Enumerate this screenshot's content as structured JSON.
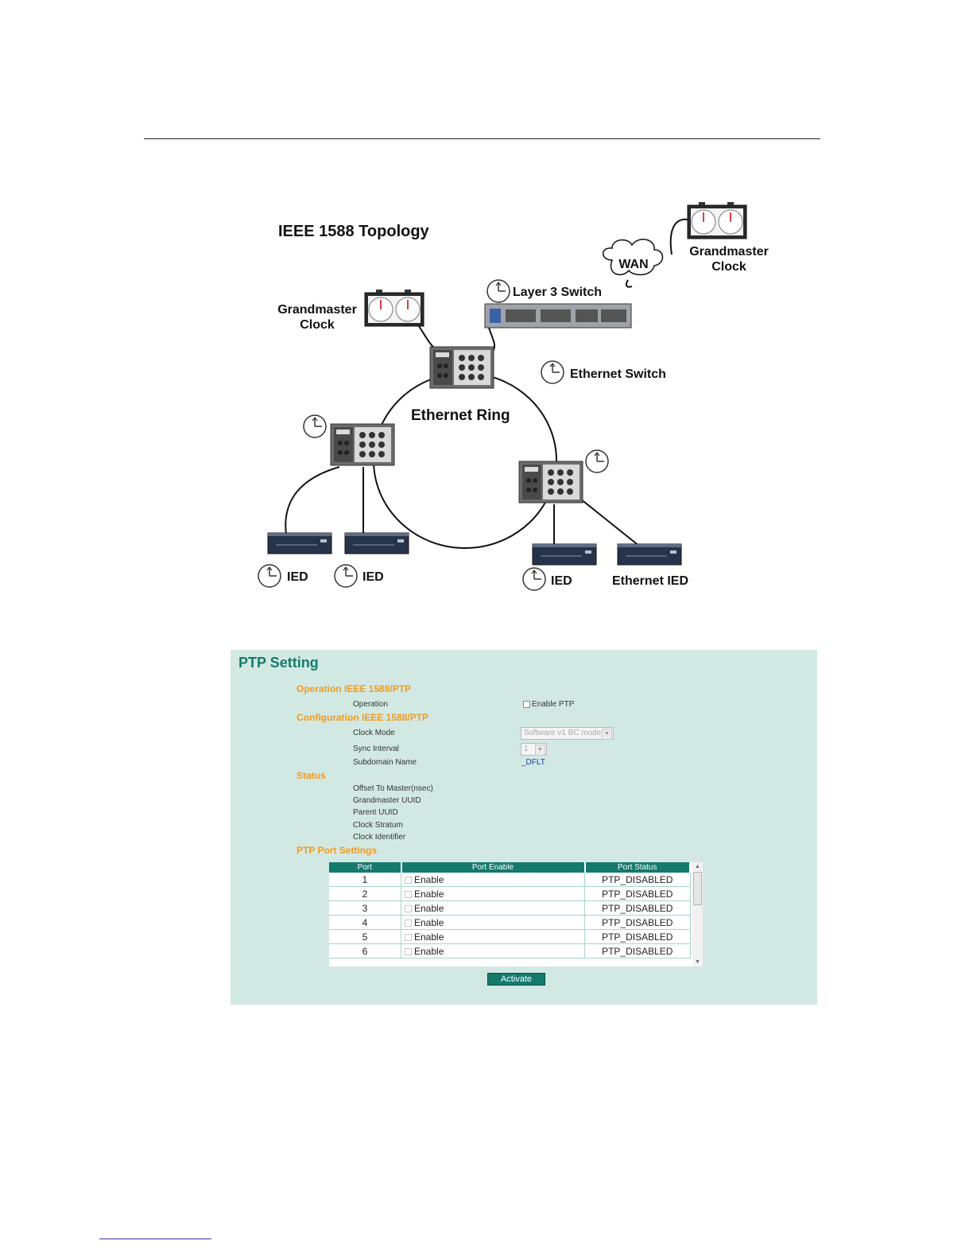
{
  "topology": {
    "title": "IEEE 1588 Topology",
    "labels": {
      "gm_clock_remote_line1": "Grandmaster",
      "gm_clock_remote_line2": "Clock",
      "wan": "WAN",
      "layer3_switch": "Layer 3 Switch",
      "gm_clock_local_line1": "Grandmaster",
      "gm_clock_local_line2": "Clock",
      "ethernet_switch": "Ethernet Switch",
      "ethernet_ring": "Ethernet Ring",
      "ied_1": "IED",
      "ied_2": "IED",
      "ied_3": "IED",
      "ethernet_ied": "Ethernet IED"
    }
  },
  "ptp": {
    "title": "PTP Setting",
    "sections": {
      "operation": "Operation IEEE 1588/PTP",
      "configuration": "Configuration IEEE 1588/PTP",
      "status": "Status",
      "port_settings": "PTP Port Settings"
    },
    "fields": {
      "operation_label": "Operation",
      "enable_ptp_label": "Enable PTP",
      "enable_ptp_checked": false,
      "clock_mode_label": "Clock Mode",
      "clock_mode_value": "Software v1 BC mode",
      "sync_interval_label": "Sync Interval",
      "sync_interval_value": "1",
      "subdomain_label": "Subdomain Name",
      "subdomain_value": "_DFLT"
    },
    "status_labels": {
      "offset": "Offset To Master(nsec)",
      "gm_uuid": "Grandmaster UUID",
      "parent_uuid": "Parent UUID",
      "stratum": "Clock Stratum",
      "identifier": "Clock Identifier"
    },
    "table": {
      "headers": {
        "port": "Port",
        "enable": "Port Enable",
        "status": "Port Status"
      },
      "rows": [
        {
          "port": "1",
          "enable": "Enable",
          "status": "PTP_DISABLED"
        },
        {
          "port": "2",
          "enable": "Enable",
          "status": "PTP_DISABLED"
        },
        {
          "port": "3",
          "enable": "Enable",
          "status": "PTP_DISABLED"
        },
        {
          "port": "4",
          "enable": "Enable",
          "status": "PTP_DISABLED"
        },
        {
          "port": "5",
          "enable": "Enable",
          "status": "PTP_DISABLED"
        },
        {
          "port": "6",
          "enable": "Enable",
          "status": "PTP_DISABLED"
        }
      ]
    },
    "activate_label": "Activate",
    "colors": {
      "panel_bg": "#d2e9e3",
      "accent": "#147a6c",
      "section": "#f39a1c",
      "link": "#1b3fae"
    }
  }
}
